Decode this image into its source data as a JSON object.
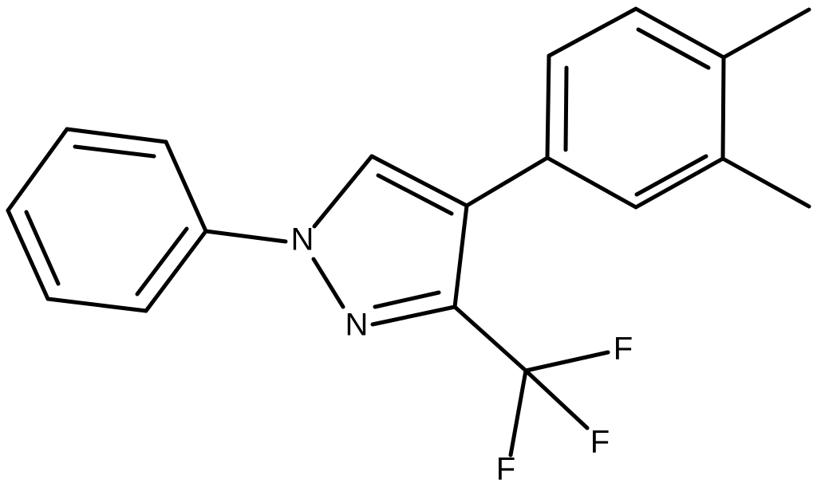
{
  "atoms": {
    "n1": "N",
    "n2": "N",
    "f_top": "F",
    "f_mid": "F",
    "f_bottom": "F"
  },
  "colors": {
    "bond": "#000000",
    "label": "#000000",
    "background": "#ffffff"
  }
}
